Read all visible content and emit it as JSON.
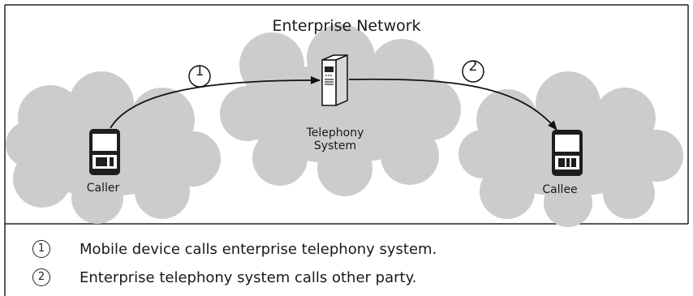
{
  "diagram": {
    "title": "Enterprise Network",
    "nodes": {
      "caller": {
        "label": "Caller"
      },
      "telephony": {
        "label_line1": "Telephony",
        "label_line2": "System"
      },
      "callee": {
        "label": "Callee"
      }
    },
    "steps": [
      {
        "number": "1",
        "text": "Mobile device calls enterprise telephony system."
      },
      {
        "number": "2",
        "text": "Enterprise telephony system calls other party."
      }
    ]
  }
}
